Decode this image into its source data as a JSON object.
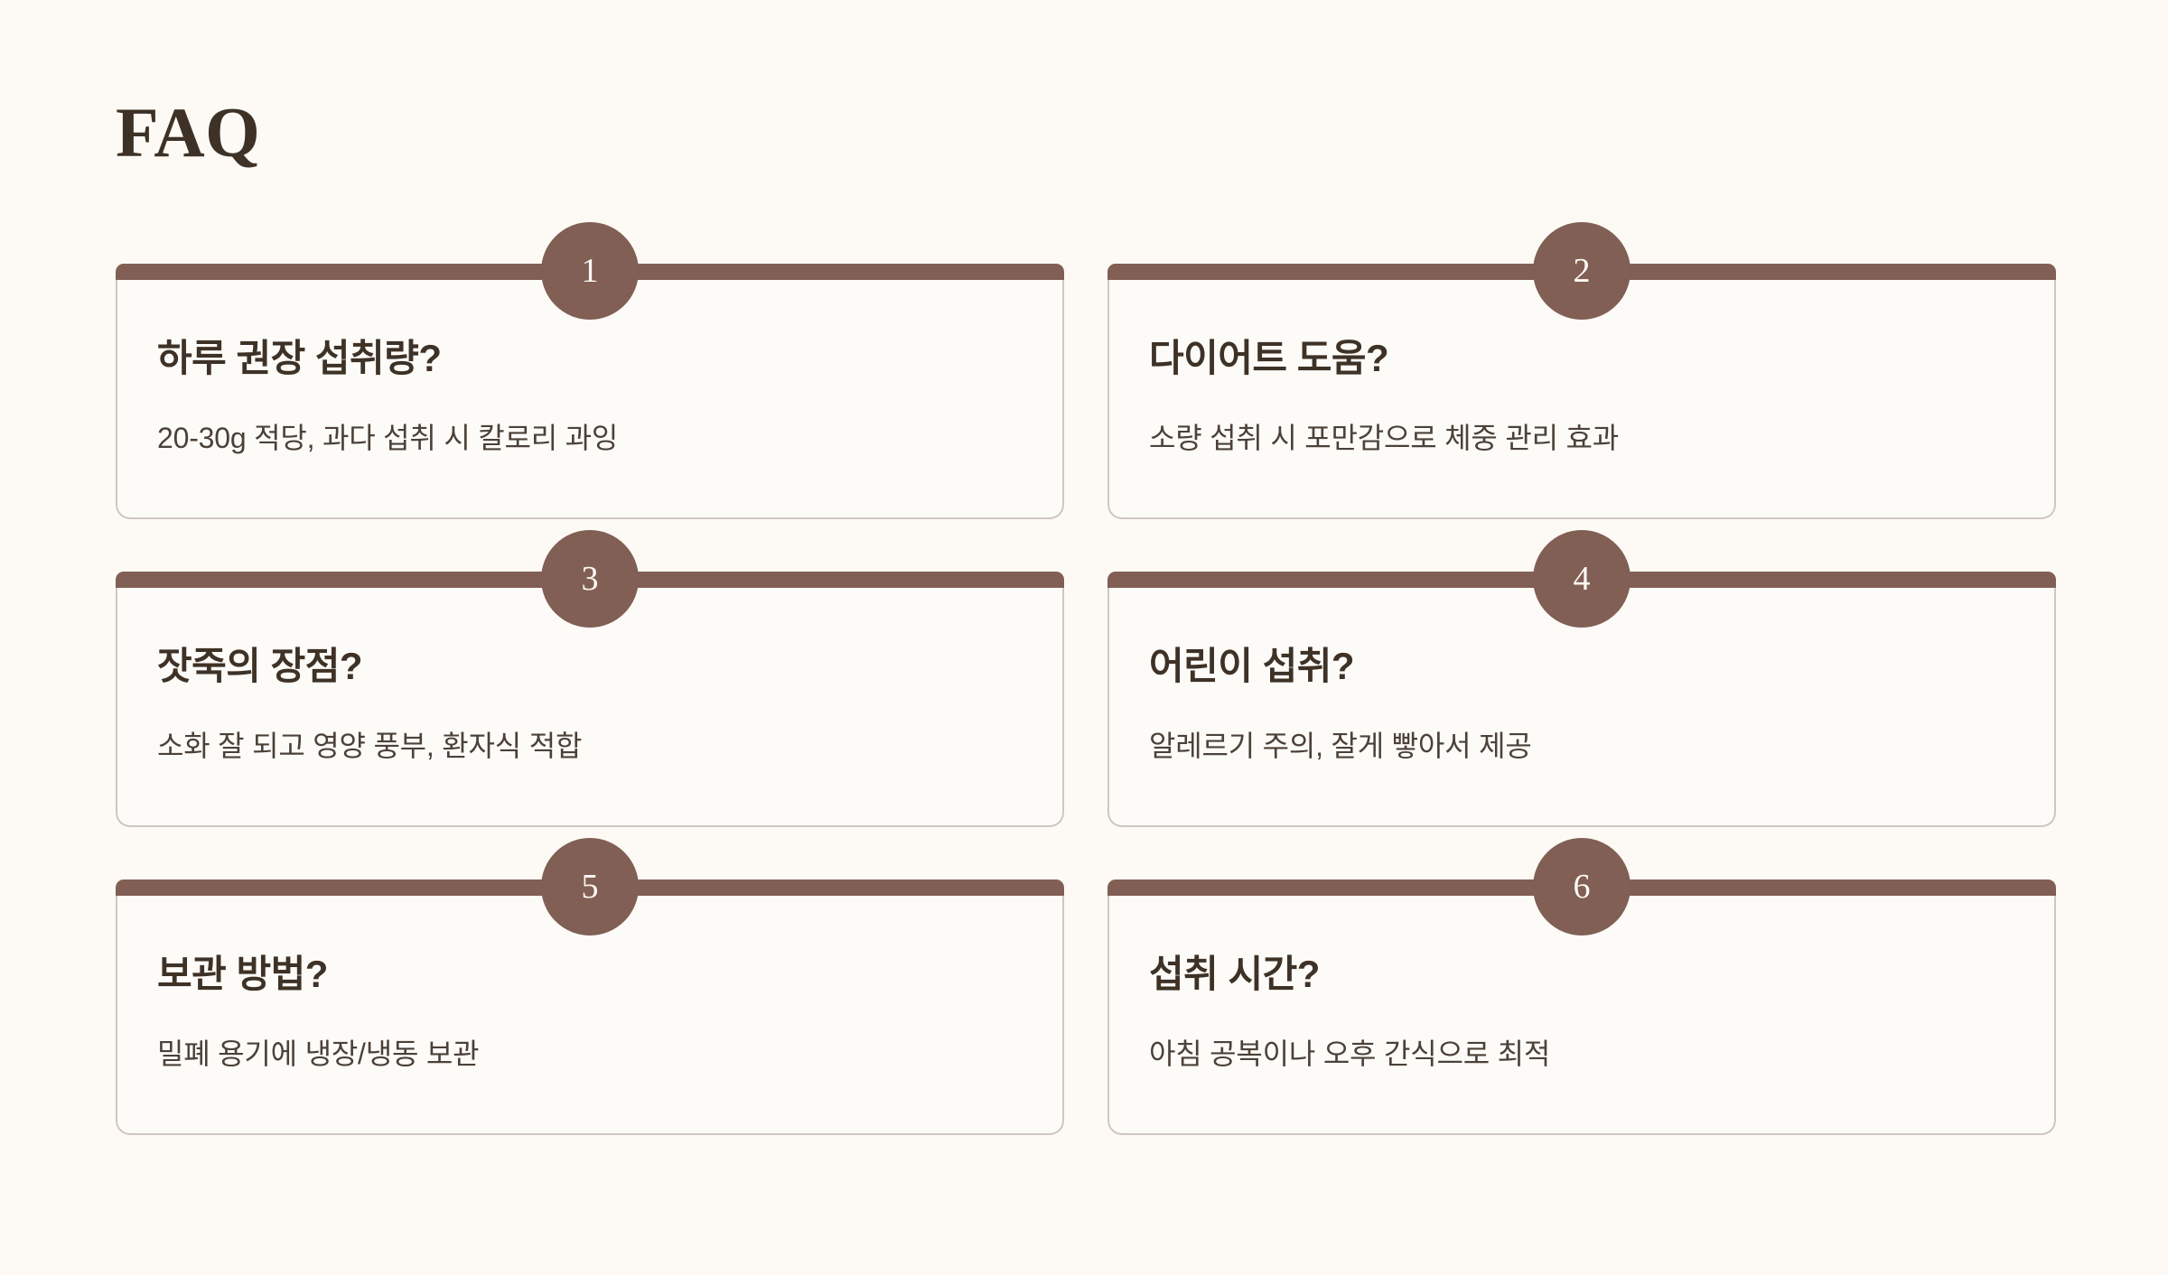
{
  "page": {
    "title": "FAQ",
    "background_color": "#FDFAF5",
    "accent_color": "#815F55",
    "heading_color": "#3E3227",
    "body_text_color": "#4B4138",
    "card_border_color": "#CFC6C2"
  },
  "faq": {
    "items": [
      {
        "number": "1",
        "question": "하루 권장 섭취량?",
        "answer": "20-30g 적당, 과다 섭취 시 칼로리 과잉"
      },
      {
        "number": "2",
        "question": "다이어트 도움?",
        "answer": "소량 섭취 시 포만감으로 체중 관리 효과"
      },
      {
        "number": "3",
        "question": "잣죽의 장점?",
        "answer": "소화 잘 되고 영양 풍부, 환자식 적합"
      },
      {
        "number": "4",
        "question": "어린이 섭취?",
        "answer": "알레르기 주의, 잘게 빻아서 제공"
      },
      {
        "number": "5",
        "question": "보관 방법?",
        "answer": "밀폐 용기에 냉장/냉동 보관"
      },
      {
        "number": "6",
        "question": "섭취 시간?",
        "answer": "아침 공복이나 오후 간식으로 최적"
      }
    ]
  }
}
